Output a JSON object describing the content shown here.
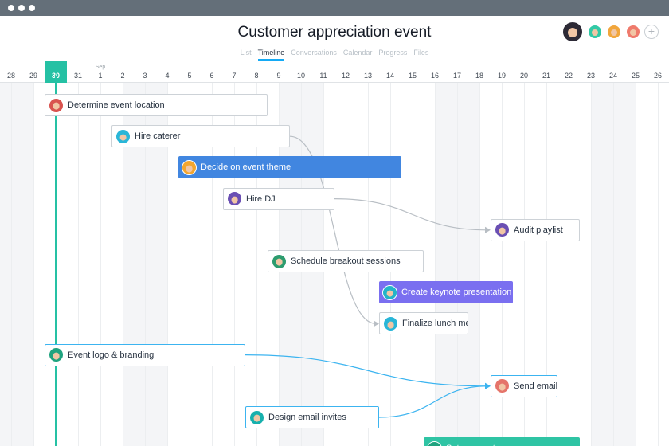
{
  "title": "Customer appreciation event",
  "tabs": [
    {
      "label": "List",
      "active": false
    },
    {
      "label": "Timeline",
      "active": true
    },
    {
      "label": "Conversations",
      "active": false
    },
    {
      "label": "Calendar",
      "active": false
    },
    {
      "label": "Progress",
      "active": false
    },
    {
      "label": "Files",
      "active": false
    }
  ],
  "members": [
    {
      "color": "#2d2a36"
    },
    {
      "color": "#33c9a6"
    },
    {
      "color": "#f1a63c"
    },
    {
      "color": "#ef7a6c"
    }
  ],
  "add_member_symbol": "+",
  "dates": [
    {
      "num": "28",
      "month": ""
    },
    {
      "num": "29",
      "month": ""
    },
    {
      "num": "30",
      "month": "",
      "today": true
    },
    {
      "num": "31",
      "month": ""
    },
    {
      "num": "1",
      "month": "Sep"
    },
    {
      "num": "2",
      "month": ""
    },
    {
      "num": "3",
      "month": ""
    },
    {
      "num": "4",
      "month": ""
    },
    {
      "num": "5",
      "month": ""
    },
    {
      "num": "6",
      "month": ""
    },
    {
      "num": "7",
      "month": ""
    },
    {
      "num": "8",
      "month": ""
    },
    {
      "num": "9",
      "month": ""
    },
    {
      "num": "10",
      "month": ""
    },
    {
      "num": "11",
      "month": ""
    },
    {
      "num": "12",
      "month": ""
    },
    {
      "num": "13",
      "month": ""
    },
    {
      "num": "14",
      "month": ""
    },
    {
      "num": "15",
      "month": ""
    },
    {
      "num": "16",
      "month": ""
    },
    {
      "num": "17",
      "month": ""
    },
    {
      "num": "18",
      "month": ""
    },
    {
      "num": "19",
      "month": ""
    },
    {
      "num": "20",
      "month": ""
    },
    {
      "num": "21",
      "month": ""
    },
    {
      "num": "22",
      "month": ""
    },
    {
      "num": "23",
      "month": ""
    },
    {
      "num": "24",
      "month": ""
    },
    {
      "num": "25",
      "month": ""
    },
    {
      "num": "26",
      "month": ""
    }
  ],
  "tasks": [
    {
      "label": "Determine event location",
      "start": "29",
      "end": "8",
      "style": "plain",
      "avatar": "#d9534f"
    },
    {
      "label": "Hire caterer",
      "start": "1",
      "end": "9",
      "style": "plain",
      "avatar": "#29b6d8"
    },
    {
      "label": "Decide on event theme",
      "start": "4",
      "end": "14",
      "style": "filled",
      "fill": "#4186e0",
      "avatar": "#f3a62f"
    },
    {
      "label": "Hire DJ",
      "start": "6",
      "end": "11",
      "style": "plain",
      "avatar": "#6a4fb3"
    },
    {
      "label": "Audit playlist",
      "start": "18",
      "end": "22",
      "style": "plain",
      "avatar": "#6a4fb3"
    },
    {
      "label": "Schedule breakout sessions",
      "start": "8",
      "end": "15",
      "style": "plain",
      "avatar": "#2d9c6f"
    },
    {
      "label": "Create keynote presentation",
      "start": "13",
      "end": "19",
      "style": "filled",
      "fill": "#7a6ff0",
      "avatar": "#23b4c8"
    },
    {
      "label": "Finalize lunch menu",
      "start": "13",
      "end": "17",
      "style": "plain",
      "avatar": "#29b6d8"
    },
    {
      "label": "Event logo & branding",
      "start": "29",
      "end": "7",
      "style": "selected",
      "avatar": "#1fa37f"
    },
    {
      "label": "Send email invites",
      "start": "18",
      "end": "21",
      "style": "selected",
      "avatar": "#e5746a"
    },
    {
      "label": "Design email invites",
      "start": "7",
      "end": "13",
      "style": "selected",
      "avatar": "#17b0ad"
    },
    {
      "label": "Set up event space",
      "start": "15",
      "end": "22",
      "style": "filled",
      "fill": "#2fc4a4",
      "avatar": "#1fa37f"
    }
  ],
  "dependencies": [
    {
      "from": "Hire caterer",
      "to": "Finalize lunch menu",
      "color": "#b8bec4"
    },
    {
      "from": "Hire DJ",
      "to": "Audit playlist",
      "color": "#b8bec4"
    },
    {
      "from": "Event logo & branding",
      "to": "Send email invites",
      "color": "#3cb4f0"
    },
    {
      "from": "Design email invites",
      "to": "Send email invites",
      "color": "#3cb4f0"
    }
  ]
}
